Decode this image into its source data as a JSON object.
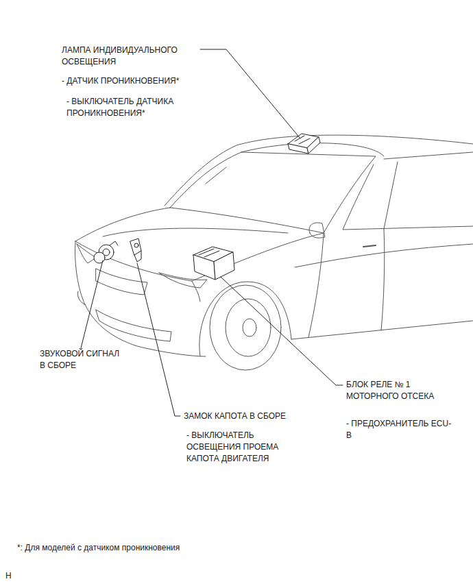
{
  "diagram": {
    "labels": [
      "ЛАМПА ИНДИВИДУАЛЬНОГО ОСВЕЩЕНИЯ",
      "- ДАТЧИК ПРОНИКНОВЕНИЯ*",
      "- ВЫКЛЮЧАТЕЛЬ ДАТЧИКА ПРОНИКНОВЕНИЯ*",
      "ЗВУКОВОЙ СИГНАЛ В СБОРЕ",
      "ЗАМОК КАПОТА В СБОРЕ",
      "- ВЫКЛЮЧАТЕЛЬ ОСВЕЩЕНИЯ ПРОЕМА КАПОТА ДВИГАТЕЛЯ",
      "БЛОК РЕЛЕ № 1 МОТОРНОГО ОТСЕКА",
      "- ПРЕДОХРАНИТЕЛЬ ECU-B",
      "*: Для моделей с датчиком проникновения",
      "H"
    ]
  }
}
